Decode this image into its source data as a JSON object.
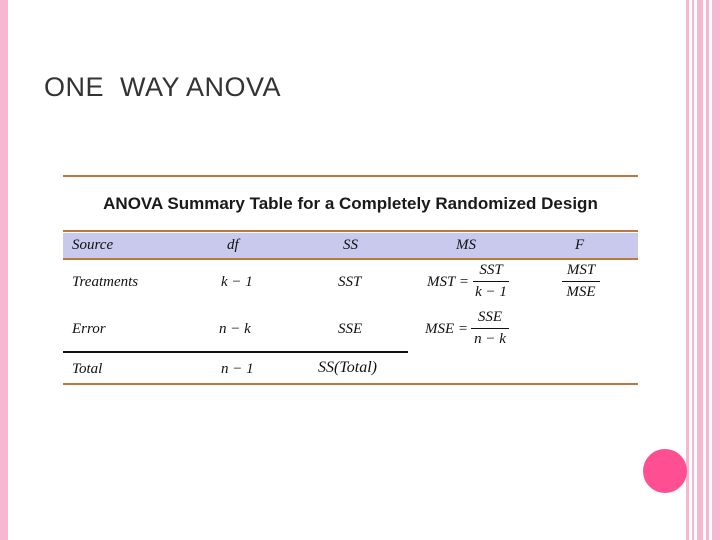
{
  "slide": {
    "title": "ONE  WAY ANOVA"
  },
  "table": {
    "title": "ANOVA Summary Table for a Completely Randomized Design",
    "headers": {
      "source": "Source",
      "df": "df",
      "ss": "SS",
      "ms": "MS",
      "f": "F"
    },
    "treatments": {
      "source": "Treatments",
      "df": "k − 1",
      "ss": "SST",
      "ms_lhs": "MST =",
      "ms_num": "SST",
      "ms_den": "k − 1",
      "f_num": "MST",
      "f_den": "MSE"
    },
    "error": {
      "source": "Error",
      "df": "n − k",
      "ss": "SSE",
      "ms_lhs": "MSE =",
      "ms_num": "SSE",
      "ms_den": "n − k"
    },
    "total": {
      "source": "Total",
      "df": "n − 1",
      "ss": "SS(Total)"
    }
  },
  "colors": {
    "accent_pink": "#f7b7cf",
    "dot": "#ff4f93",
    "header_band": "#c9c9ee",
    "rule": "#c0783a"
  }
}
